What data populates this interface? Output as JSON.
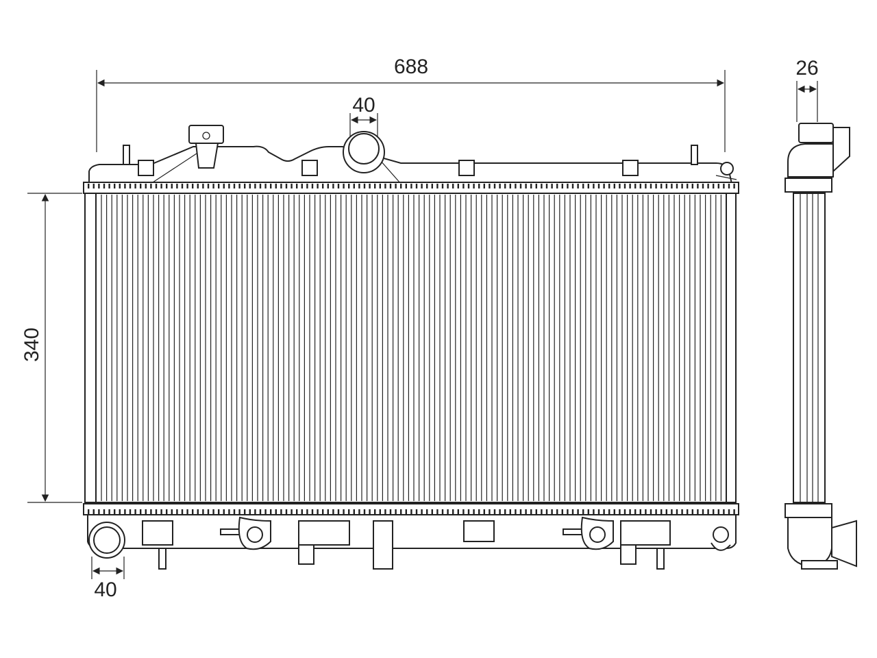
{
  "dimensions": {
    "overall_width": "688",
    "core_height": "340",
    "top_neck_diameter": "40",
    "bottom_neck_diameter": "40",
    "core_thickness": "26"
  },
  "colors": {
    "line": "#222222",
    "background": "#ffffff"
  }
}
